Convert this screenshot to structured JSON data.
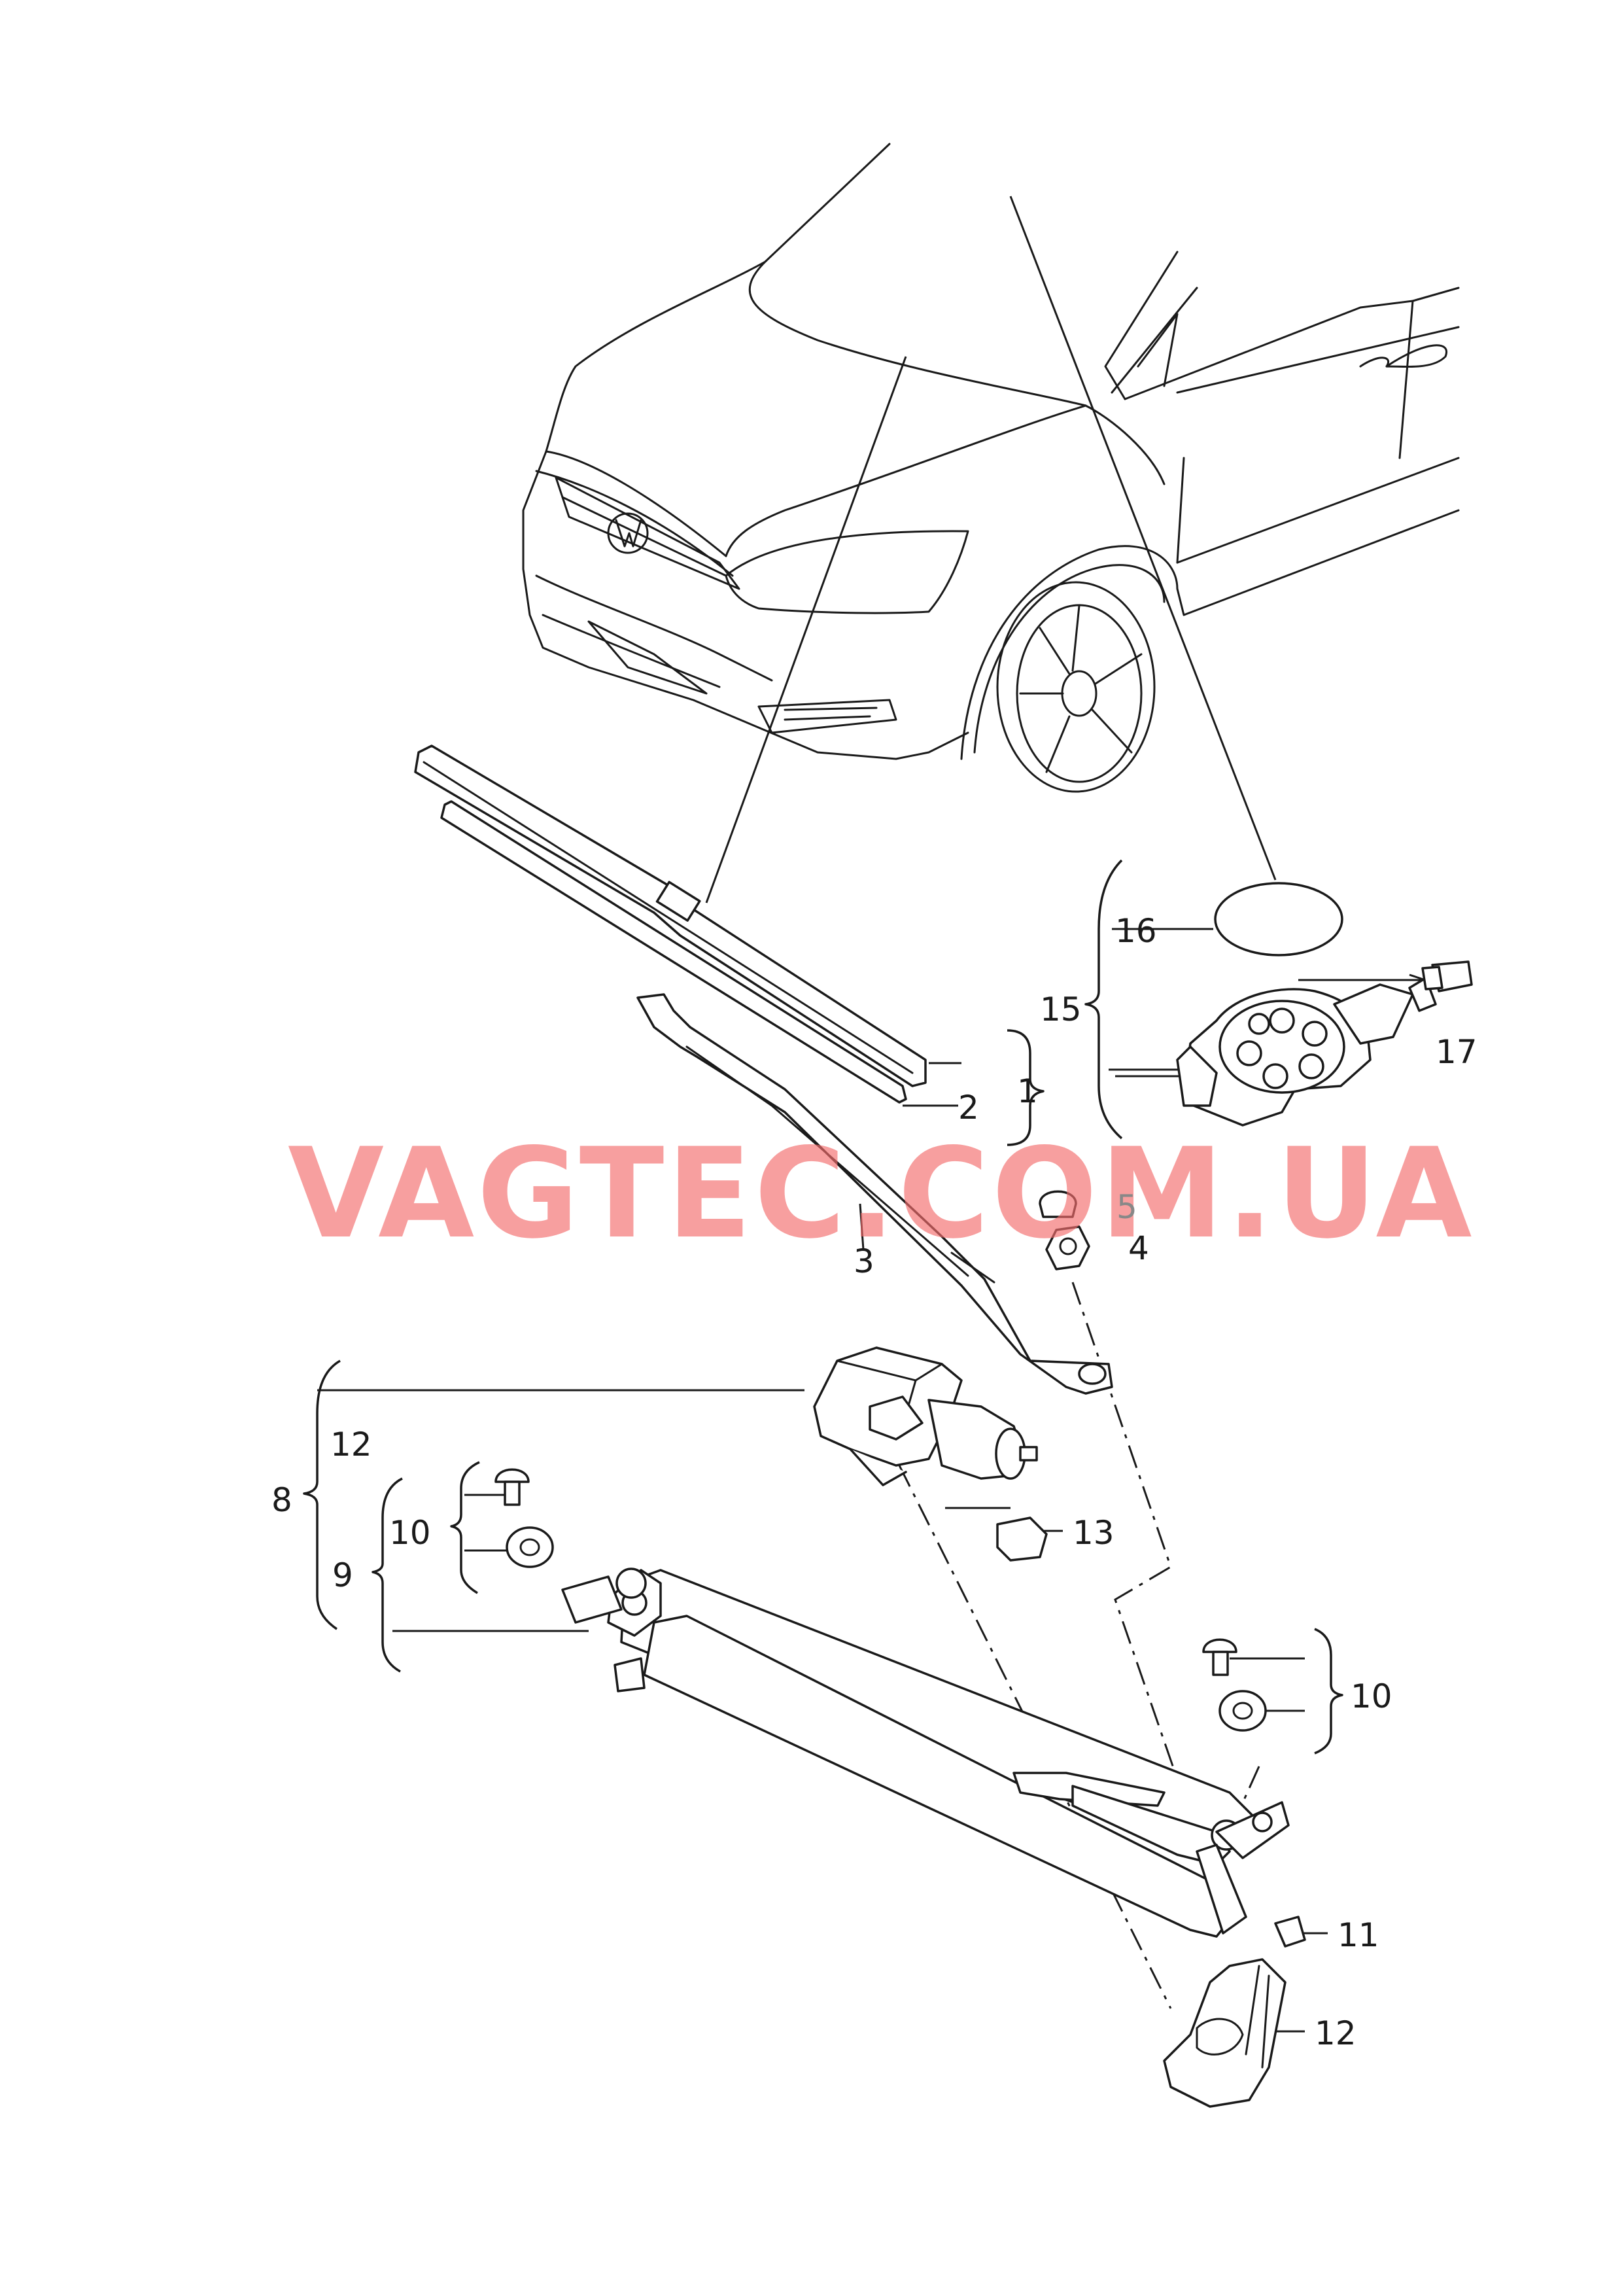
{
  "watermark": "VAGTEC.COM.UA",
  "callouts": {
    "c1": "1",
    "c2": "2",
    "c3": "3",
    "c4": "4",
    "c5": "5",
    "c8": "8",
    "c9": "9",
    "c10a": "10",
    "c10b": "10",
    "c11": "11",
    "c12a": "12",
    "c12b": "12",
    "c13": "13",
    "c15": "15",
    "c16": "16",
    "c17": "17"
  }
}
